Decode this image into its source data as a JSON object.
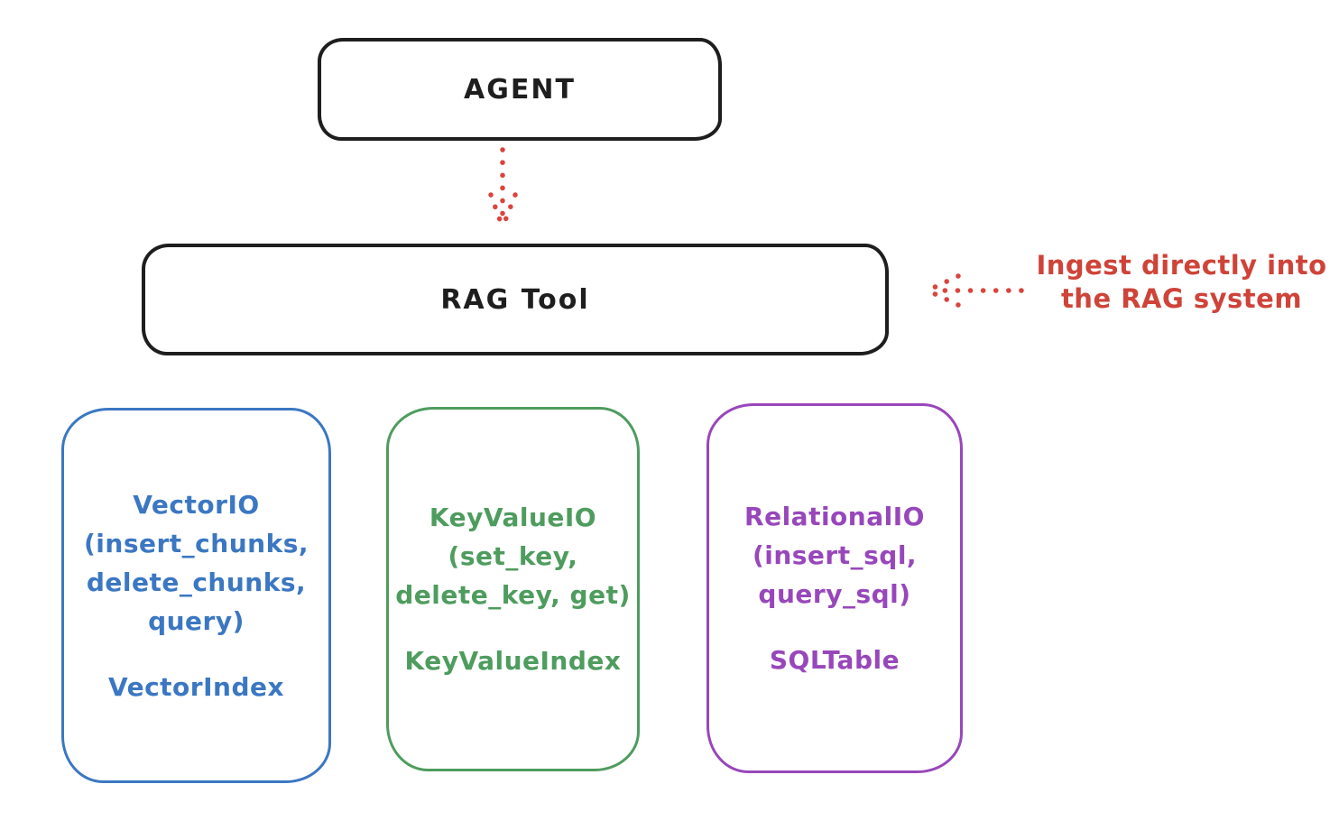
{
  "agent": {
    "label": "AGENT"
  },
  "rag_tool": {
    "label": "RAG Tool"
  },
  "annotation": {
    "line1": "Ingest directly into",
    "line2": "the RAG system"
  },
  "storage": [
    {
      "name": "vector-io",
      "lines": [
        "VectorIO",
        "(insert_chunks,",
        "delete_chunks,",
        "query)"
      ],
      "index_label": "VectorIndex",
      "color": "#3b77c2"
    },
    {
      "name": "keyvalue-io",
      "lines": [
        "KeyValueIO",
        "(set_key,",
        "delete_key, get)"
      ],
      "index_label": "KeyValueIndex",
      "color": "#4e9c5e"
    },
    {
      "name": "relational-io",
      "lines": [
        "RelationalIO",
        "(insert_sql,",
        "query_sql)"
      ],
      "index_label": "SQLTable",
      "color": "#9847bb"
    }
  ],
  "colors": {
    "background": "#ffffff",
    "stroke_black": "#1e1e1e",
    "accent_red": "#cf4339",
    "blue": "#3b77c2",
    "green": "#4e9c5e",
    "purple": "#9847bb"
  }
}
